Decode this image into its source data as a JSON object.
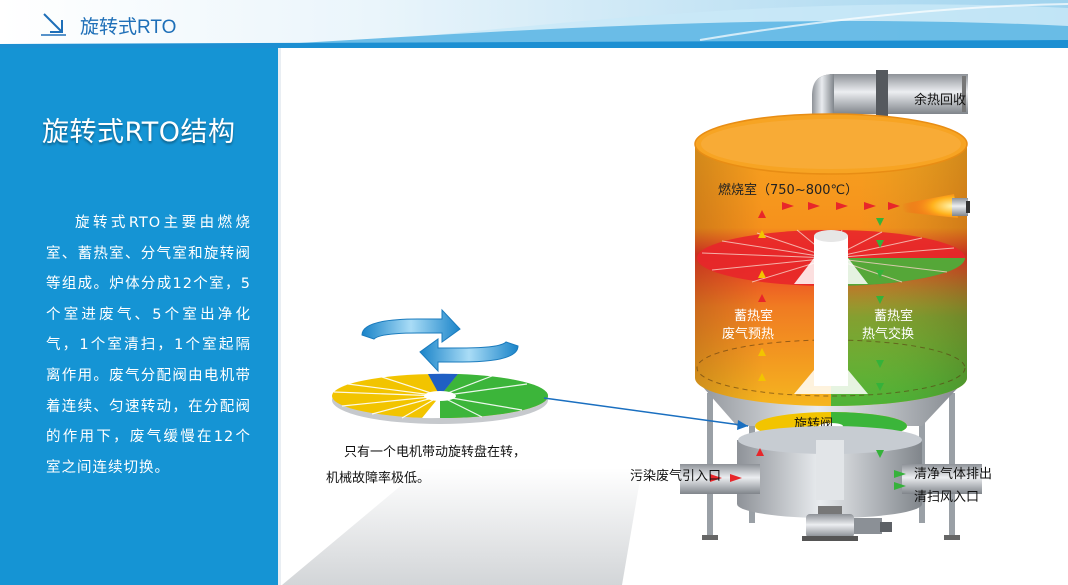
{
  "header": {
    "title": "旋转式RTO"
  },
  "panel": {
    "title": "旋转式RTO结构",
    "text": "旋转式RTO主要由燃烧室、蓄热室、分气室和旋转阀等组成。炉体分成12个室，5个室进废气、5个室出净化气，1个室清扫，1个室起隔离作用。废气分配阀由电机带着连续、匀速转动，在分配阀的作用下，废气缓慢在12个室之间连续切换。"
  },
  "diagram": {
    "heat_recovery": "余热回收",
    "combustion": "燃烧室（750~800℃）",
    "regen_left_1": "蓄热室",
    "regen_left_2": "废气预热",
    "regen_right_1": "蓄热室",
    "regen_right_2": "热气交换",
    "rotary_valve": "旋转阀",
    "inlet": "污染废气引入口",
    "outlet": "清净气体排出",
    "purge": "清扫风入口",
    "note_1": "只有一个电机带动旋转盘在转，",
    "note_2": "机械故障率极低。"
  },
  "colors": {
    "accent": "#1594d4",
    "header_text": "#1e6fb8",
    "hot": "#f39a1e",
    "red": "#e8252a",
    "green": "#35b23a",
    "yellow": "#f2c400"
  }
}
